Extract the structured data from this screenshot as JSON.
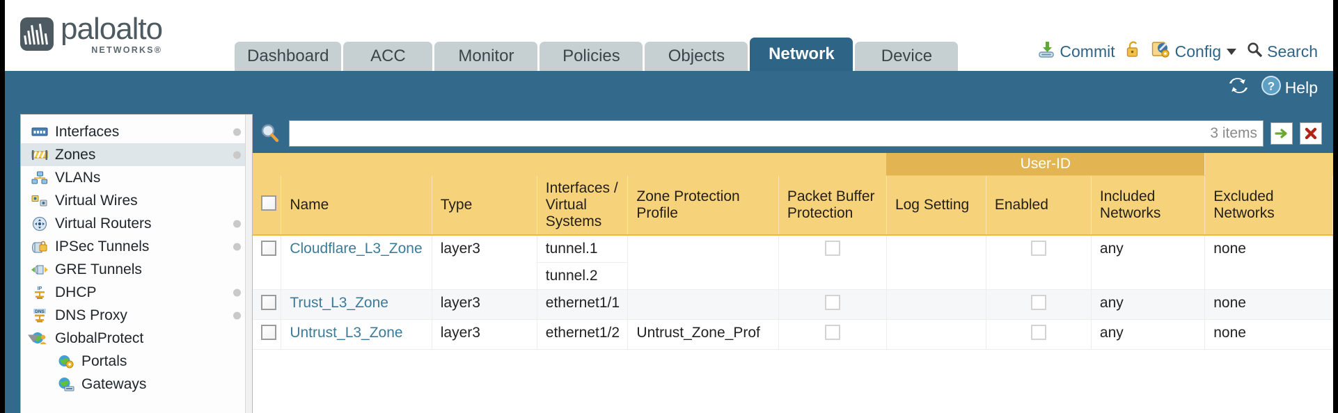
{
  "brand": {
    "name": "paloalto",
    "sub": "NETWORKS®"
  },
  "tabs": [
    {
      "label": "Dashboard",
      "active": false
    },
    {
      "label": "ACC",
      "active": false
    },
    {
      "label": "Monitor",
      "active": false
    },
    {
      "label": "Policies",
      "active": false
    },
    {
      "label": "Objects",
      "active": false
    },
    {
      "label": "Network",
      "active": true
    },
    {
      "label": "Device",
      "active": false
    }
  ],
  "toolbar": {
    "commit_label": "Commit",
    "config_label": "Config",
    "search_label": "Search"
  },
  "blueband": {
    "help_label": "Help"
  },
  "sidebar": {
    "items": [
      {
        "label": "Interfaces",
        "icon": "interfaces-icon",
        "selected": false,
        "dot": true,
        "child": false,
        "twisty": false
      },
      {
        "label": "Zones",
        "icon": "zones-icon",
        "selected": true,
        "dot": true,
        "child": false,
        "twisty": false
      },
      {
        "label": "VLANs",
        "icon": "vlans-icon",
        "selected": false,
        "dot": false,
        "child": false,
        "twisty": false
      },
      {
        "label": "Virtual Wires",
        "icon": "virtual-wires-icon",
        "selected": false,
        "dot": false,
        "child": false,
        "twisty": false
      },
      {
        "label": "Virtual Routers",
        "icon": "virtual-routers-icon",
        "selected": false,
        "dot": true,
        "child": false,
        "twisty": false
      },
      {
        "label": "IPSec Tunnels",
        "icon": "ipsec-tunnels-icon",
        "selected": false,
        "dot": true,
        "child": false,
        "twisty": false
      },
      {
        "label": "GRE Tunnels",
        "icon": "gre-tunnels-icon",
        "selected": false,
        "dot": false,
        "child": false,
        "twisty": false
      },
      {
        "label": "DHCP",
        "icon": "dhcp-icon",
        "selected": false,
        "dot": true,
        "child": false,
        "twisty": false
      },
      {
        "label": "DNS Proxy",
        "icon": "dns-proxy-icon",
        "selected": false,
        "dot": true,
        "child": false,
        "twisty": false
      },
      {
        "label": "GlobalProtect",
        "icon": "globalprotect-icon",
        "selected": false,
        "dot": false,
        "child": false,
        "twisty": true
      },
      {
        "label": "Portals",
        "icon": "portals-icon",
        "selected": false,
        "dot": false,
        "child": true,
        "twisty": false
      },
      {
        "label": "Gateways",
        "icon": "gateways-icon",
        "selected": false,
        "dot": false,
        "child": true,
        "twisty": false
      }
    ]
  },
  "search": {
    "value": "",
    "placeholder": "",
    "items_count": "3 items",
    "apply_icon": "green-arrow-icon",
    "clear_icon": "red-x-icon"
  },
  "table": {
    "group_header": "User-ID",
    "columns": [
      "Name",
      "Type",
      "Interfaces / Virtual Systems",
      "Zone Protection Profile",
      "Packet Buffer Protection",
      "Log Setting",
      "Enabled",
      "Included Networks",
      "Excluded Networks"
    ],
    "rows": [
      {
        "name": "Cloudflare_L3_Zone",
        "type": "layer3",
        "interfaces": [
          "tunnel.1",
          "tunnel.2"
        ],
        "zone_protection_profile": "",
        "packet_buffer_protection": false,
        "log_setting": "",
        "userid_enabled": false,
        "included_networks": "any",
        "excluded_networks": "none"
      },
      {
        "name": "Trust_L3_Zone",
        "type": "layer3",
        "interfaces": [
          "ethernet1/1"
        ],
        "zone_protection_profile": "",
        "packet_buffer_protection": false,
        "log_setting": "",
        "userid_enabled": false,
        "included_networks": "any",
        "excluded_networks": "none"
      },
      {
        "name": "Untrust_L3_Zone",
        "type": "layer3",
        "interfaces": [
          "ethernet1/2"
        ],
        "zone_protection_profile": "Untrust_Zone_Prof",
        "packet_buffer_protection": false,
        "log_setting": "",
        "userid_enabled": false,
        "included_networks": "any",
        "excluded_networks": "none"
      }
    ]
  },
  "colors": {
    "brand_gray": "#4d5a61",
    "tab_active": "#2e6485",
    "tab_inactive": "#c6d0d3",
    "band_blue": "#336a8b",
    "header_amber": "#f6d37a",
    "group_amber": "#e2b552",
    "link_teal": "#3b7b99"
  }
}
